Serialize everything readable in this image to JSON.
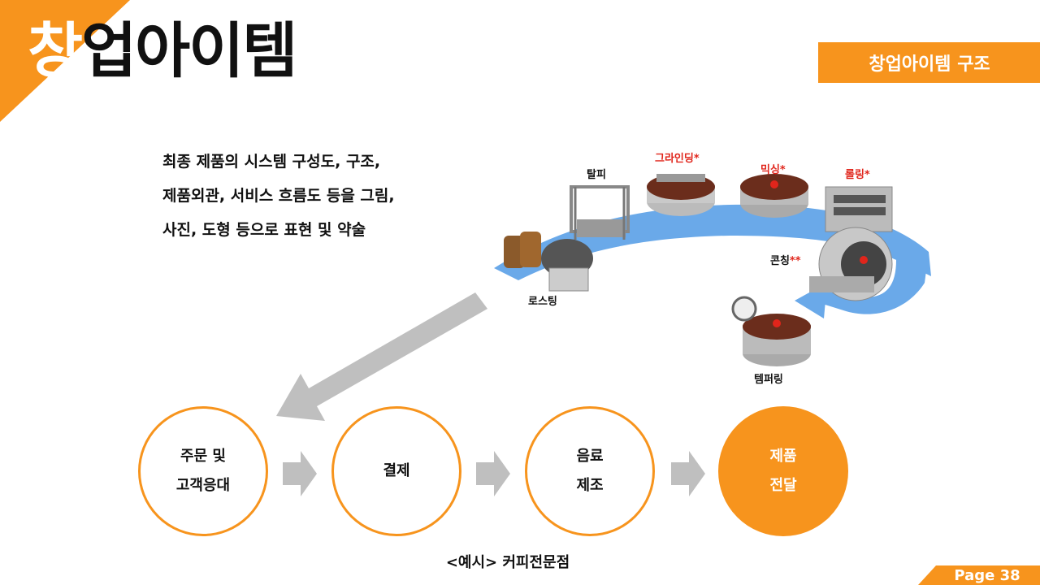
{
  "header": {
    "title_highlight": "창",
    "title_rest": "업아이템",
    "tag": "창업아이템 구조"
  },
  "description": {
    "lines": [
      "최종  제품의  시스템  구성도,  구조,",
      "제품외관, 서비스 흐름도 등을 그림,",
      "사진, 도형 등으로 표현 및 약술"
    ]
  },
  "diagram": {
    "labels": {
      "talpi": "탈피",
      "grinding": "그라인딩*",
      "mixing": "믹싱*",
      "rolling": "롤링*",
      "conching": "콘칭",
      "conching_mark": "**",
      "roasting": "로스팅",
      "tempering": "템퍼링"
    }
  },
  "steps": [
    {
      "line1": "주문 및",
      "line2": "고객응대"
    },
    {
      "line1": "결제",
      "line2": ""
    },
    {
      "line1": "음료",
      "line2": "제조"
    },
    {
      "line1": "제품",
      "line2": "전달"
    }
  ],
  "caption": "<예시> 커피전문점",
  "page": "Page 38",
  "colors": {
    "accent": "#f7941d",
    "flow": "#6aa9e9",
    "red": "#e0251b"
  }
}
